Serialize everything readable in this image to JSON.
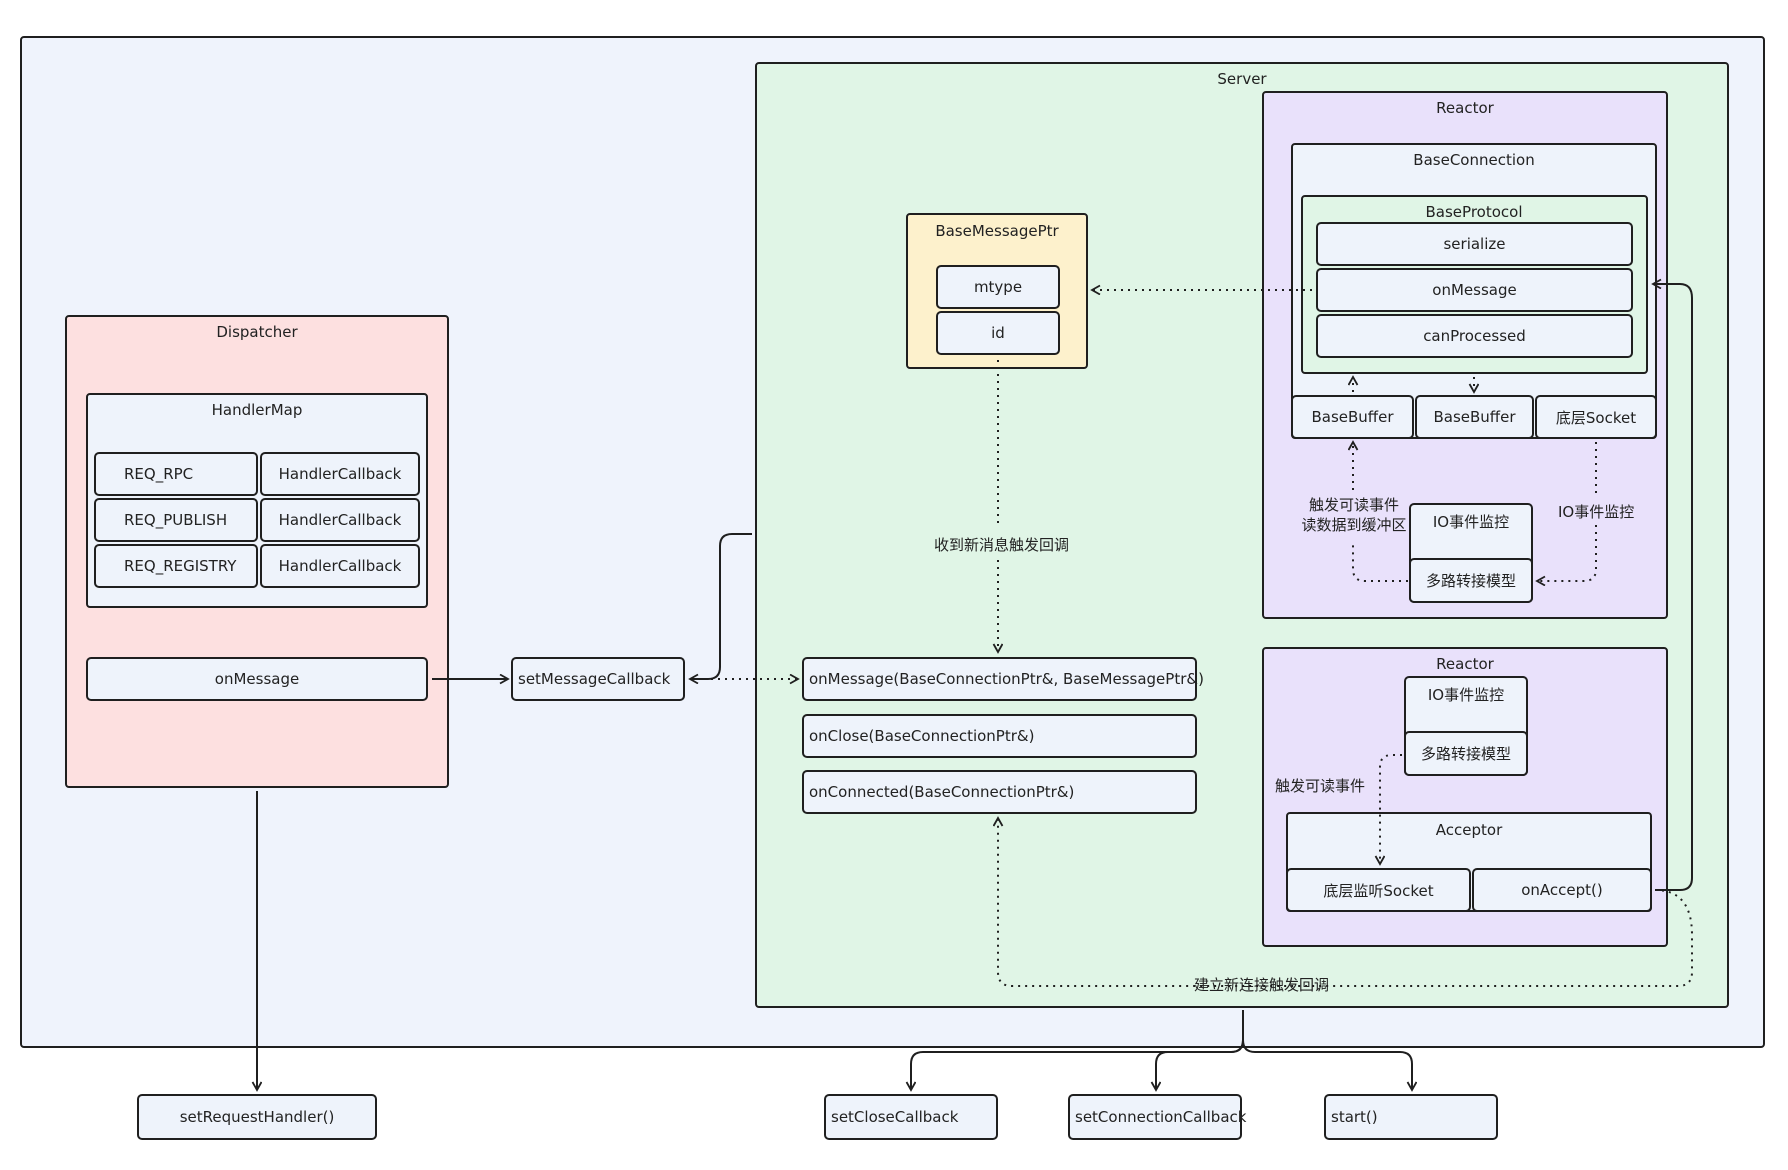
{
  "outer": {},
  "dispatcher": {
    "title": "Dispatcher",
    "handler_map": {
      "title": "HandlerMap",
      "rows": [
        {
          "key": "REQ_RPC",
          "value": "HandlerCallback"
        },
        {
          "key": "REQ_PUBLISH",
          "value": "HandlerCallback"
        },
        {
          "key": "REQ_REGISTRY",
          "value": "HandlerCallback"
        }
      ]
    },
    "on_message": "onMessage"
  },
  "set_message_callback": "setMessageCallback",
  "server": {
    "title": "Server",
    "base_message_ptr": {
      "title": "BaseMessagePtr",
      "fields": [
        "mtype",
        "id"
      ]
    },
    "callbacks": [
      "onMessage(BaseConnectionPtr&,  BaseMessagePtr&)",
      "onClose(BaseConnectionPtr&)",
      "onConnected(BaseConnectionPtr&)"
    ],
    "recv_label": "收到新消息触发回调",
    "new_conn_label": "建立新连接触发回调",
    "reactor1": {
      "title": "Reactor",
      "base_connection": {
        "title": "BaseConnection",
        "base_protocol": {
          "title": "BaseProtocol",
          "items": [
            "serialize",
            "onMessage",
            "canProcessed"
          ]
        },
        "buffers": [
          "BaseBuffer",
          "BaseBuffer",
          "底层Socket"
        ]
      },
      "readable_label_1": "触发可读事件",
      "readable_label_2": "读数据到缓冲区",
      "io_monitor_label": "IO事件监控",
      "io_box": "IO事件监控",
      "multiplex": "多路转接模型"
    },
    "reactor2": {
      "title": "Reactor",
      "io_box": "IO事件监控",
      "multiplex": "多路转接模型",
      "readable_label": "触发可读事件",
      "acceptor": {
        "title": "Acceptor",
        "socket": "底层监听Socket",
        "on_accept": "onAccept()"
      }
    }
  },
  "bottom": {
    "set_request_handler": "setRequestHandler()",
    "set_close_callback": "setCloseCallback",
    "set_connection_callback": "setConnectionCallback",
    "start": "start()"
  },
  "colors": {
    "outer": "#eff3fc",
    "dispatcher": "#fde0e0",
    "server": "#e0f5e6",
    "reactor": "#e9e1fb",
    "message": "#fdf1cc",
    "box": "#eef3fb"
  }
}
